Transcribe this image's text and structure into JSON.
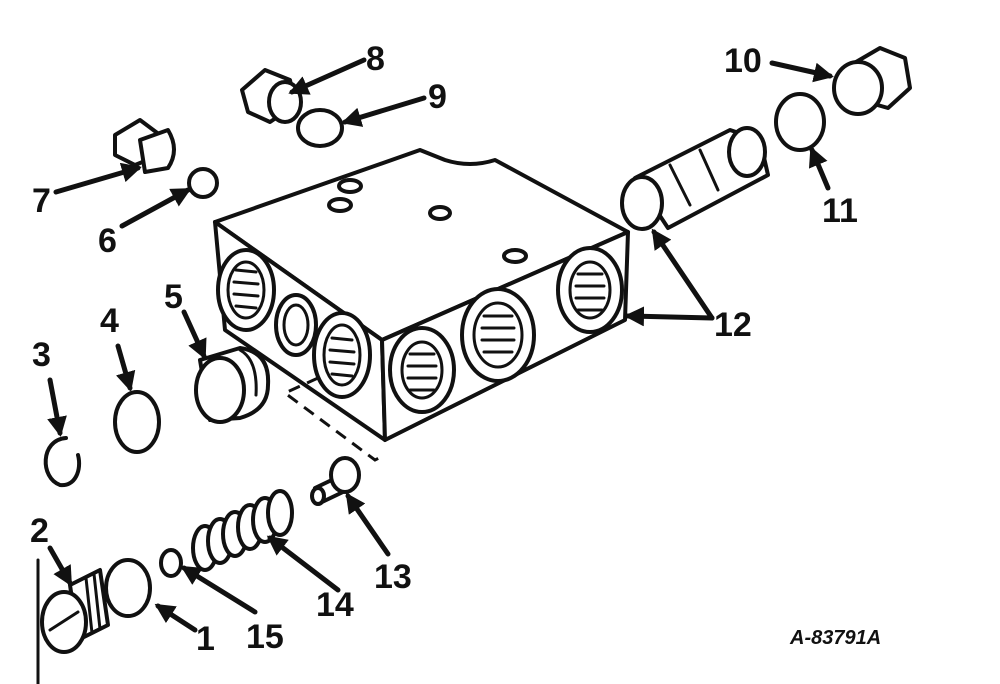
{
  "diagram": {
    "drawing_number": "A-83791A",
    "callouts": [
      {
        "id": "1",
        "text": "1"
      },
      {
        "id": "2",
        "text": "2"
      },
      {
        "id": "3",
        "text": "3"
      },
      {
        "id": "4",
        "text": "4"
      },
      {
        "id": "5",
        "text": "5"
      },
      {
        "id": "6",
        "text": "6"
      },
      {
        "id": "7",
        "text": "7"
      },
      {
        "id": "8",
        "text": "8"
      },
      {
        "id": "9",
        "text": "9"
      },
      {
        "id": "10",
        "text": "10"
      },
      {
        "id": "11",
        "text": "11"
      },
      {
        "id": "12",
        "text": "12"
      },
      {
        "id": "13",
        "text": "13"
      },
      {
        "id": "14",
        "text": "14"
      },
      {
        "id": "15",
        "text": "15"
      }
    ],
    "colors": {
      "ink": "#111111",
      "paper": "#ffffff"
    }
  }
}
